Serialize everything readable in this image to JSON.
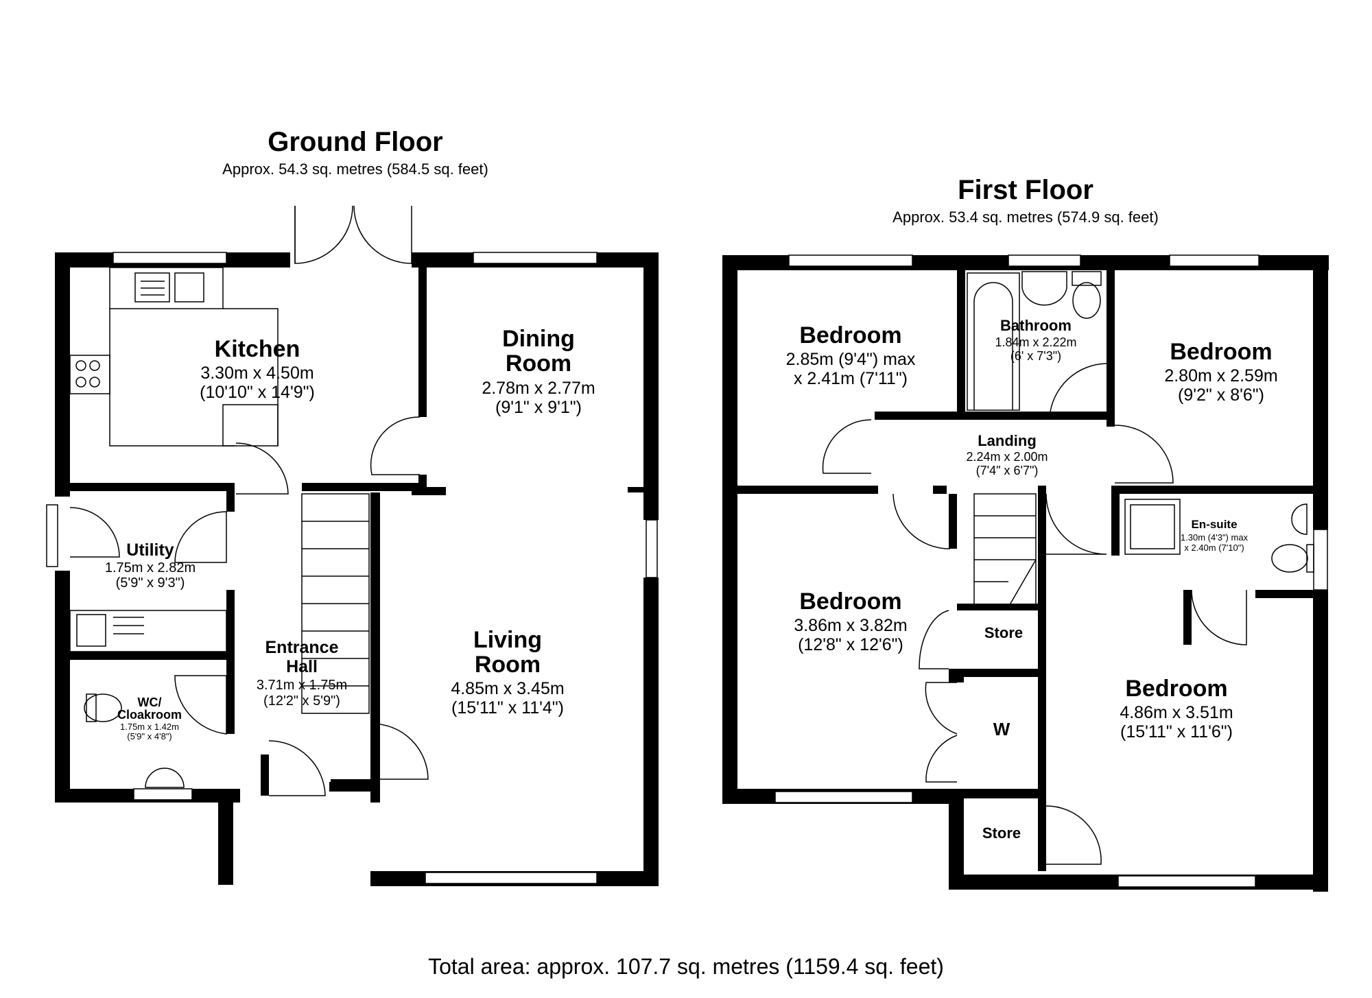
{
  "ground_floor": {
    "title": "Ground Floor",
    "area": "Approx. 54.3 sq. metres (584.5 sq. feet)",
    "rooms": {
      "kitchen": {
        "name": "Kitchen",
        "metric": "3.30m x 4.50m",
        "imperial": "(10'10\" x 14'9\")"
      },
      "dining": {
        "name1": "Dining",
        "name2": "Room",
        "metric": "2.78m x 2.77m",
        "imperial": "(9'1\" x 9'1\")"
      },
      "utility": {
        "name": "Utility",
        "metric": "1.75m x 2.82m",
        "imperial": "(5'9\" x 9'3\")"
      },
      "hall": {
        "name1": "Entrance",
        "name2": "Hall",
        "metric": "3.71m x 1.75m",
        "imperial": "(12'2\" x 5'9\")"
      },
      "living": {
        "name1": "Living",
        "name2": "Room",
        "metric": "4.85m x 3.45m",
        "imperial": "(15'11\" x 11'4\")"
      },
      "wc": {
        "name1": "WC/",
        "name2": "Cloakroom",
        "metric": "1.75m x 1.42m",
        "imperial": "(5'9\" x 4'8\")"
      }
    }
  },
  "first_floor": {
    "title": "First Floor",
    "area": "Approx. 53.4 sq. metres (574.9 sq. feet)",
    "rooms": {
      "bed1": {
        "name": "Bedroom",
        "metric": "2.85m (9'4\") max",
        "imperial": "x 2.41m (7'11\")"
      },
      "bathroom": {
        "name": "Bathroom",
        "metric": "1.84m x 2.22m",
        "imperial": "(6' x 7'3\")"
      },
      "bed2": {
        "name": "Bedroom",
        "metric": "2.80m x 2.59m",
        "imperial": "(9'2\" x 8'6\")"
      },
      "landing": {
        "name": "Landing",
        "metric": "2.24m x 2.00m",
        "imperial": "(7'4\" x 6'7\")"
      },
      "ensuite": {
        "name": "En-suite",
        "metric": "1.30m (4'3\") max",
        "imperial": "x 2.40m (7'10\")"
      },
      "bed3": {
        "name": "Bedroom",
        "metric": "3.86m x 3.82m",
        "imperial": "(12'8\" x 12'6\")"
      },
      "store1": {
        "name": "Store"
      },
      "wardrobe": {
        "name": "W"
      },
      "bed4": {
        "name": "Bedroom",
        "metric": "4.86m x 3.51m",
        "imperial": "(15'11\" x 11'6\")"
      },
      "store2": {
        "name": "Store"
      }
    }
  },
  "total": "Total area: approx. 107.7 sq. metres (1159.4 sq. feet)"
}
